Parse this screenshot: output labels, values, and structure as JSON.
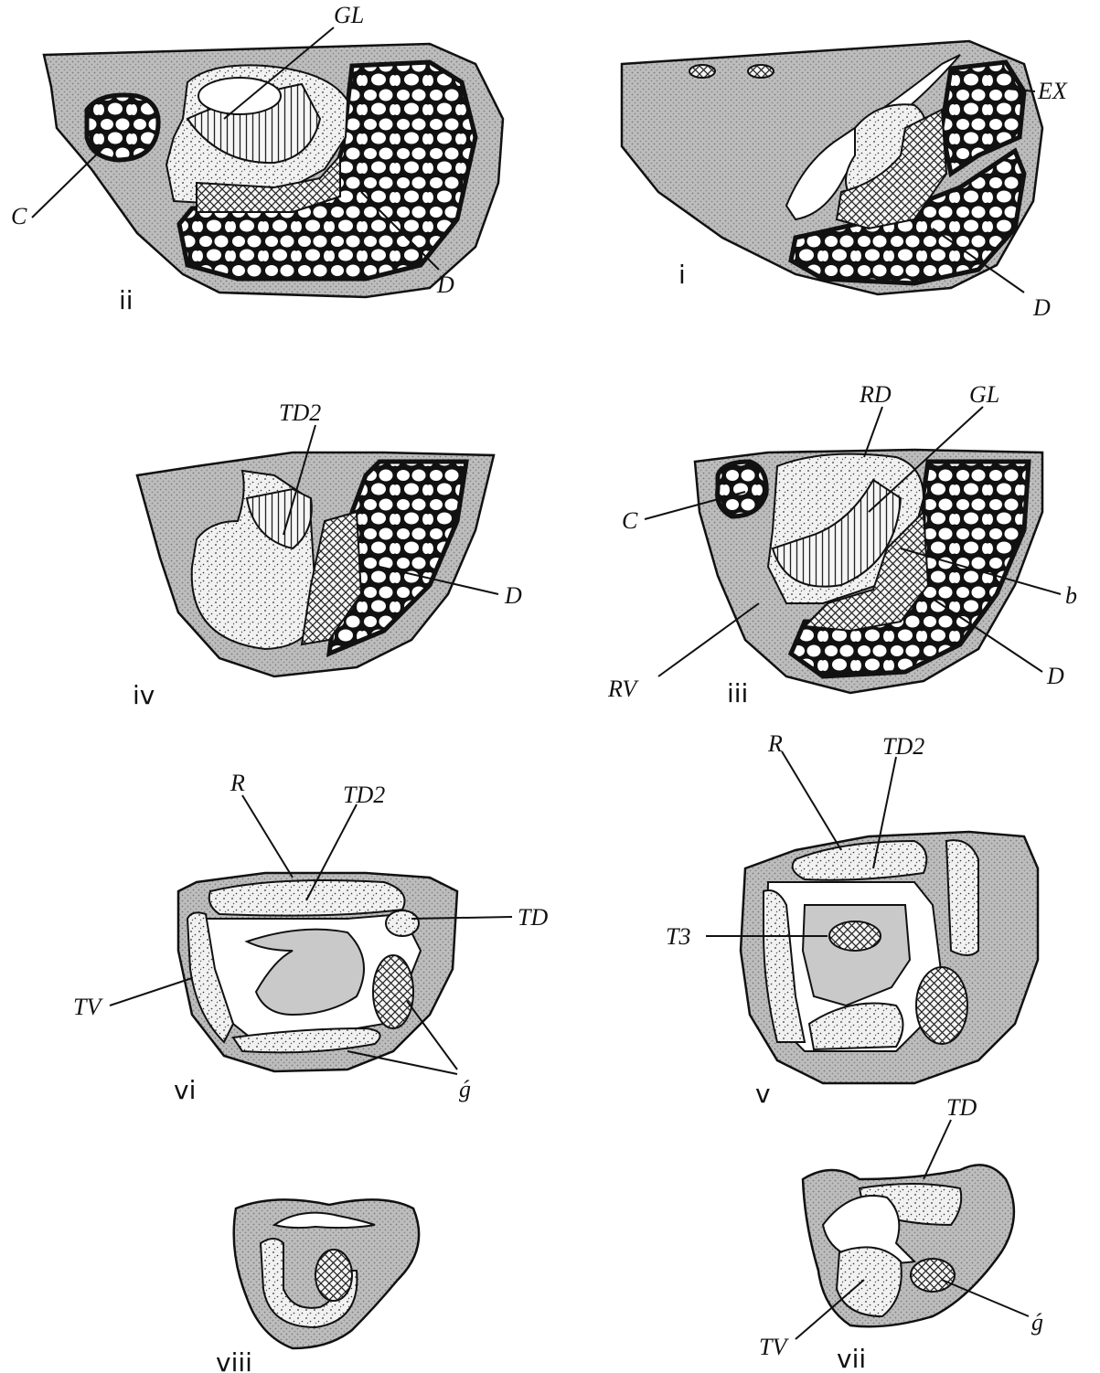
{
  "figures": {
    "i": {
      "numeral": "i",
      "labels": {
        "EX": "EX",
        "D": "D"
      }
    },
    "ii": {
      "numeral": "ii",
      "labels": {
        "GL": "GL",
        "C": "C",
        "D": "D"
      }
    },
    "iii": {
      "numeral": "iii",
      "labels": {
        "RD": "RD",
        "GL": "GL",
        "C": "C",
        "b": "b",
        "D": "D",
        "RV": "RV"
      }
    },
    "iv": {
      "numeral": "iv",
      "labels": {
        "TD2": "TD2",
        "D": "D"
      }
    },
    "v": {
      "numeral": "v",
      "labels": {
        "R": "R",
        "TD2": "TD2",
        "T3": "T3"
      }
    },
    "vi": {
      "numeral": "vi",
      "labels": {
        "R": "R",
        "TD2": "TD2",
        "TD": "TD",
        "TV": "TV",
        "g": "ǵ"
      }
    },
    "vii": {
      "numeral": "vii",
      "labels": {
        "TD": "TD",
        "TV": "TV",
        "g": "ǵ"
      }
    },
    "viii": {
      "numeral": "viii",
      "labels": {}
    }
  }
}
